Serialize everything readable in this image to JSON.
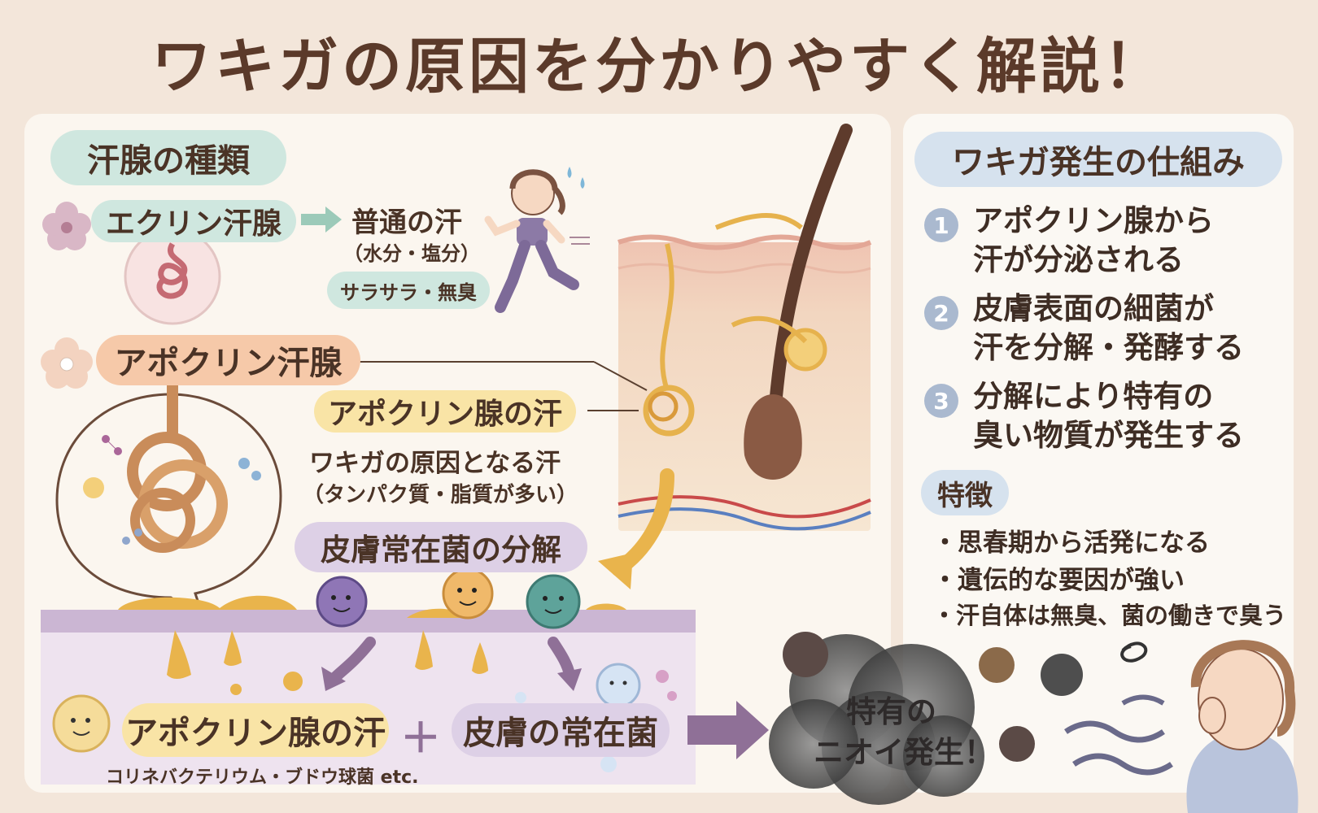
{
  "title": "ワキガの原因を分かりやすく解説！",
  "left": {
    "section_label": "汗腺の種類",
    "eccrine": {
      "label": "エクリン汗腺",
      "sweat_title": "普通の汗",
      "sweat_sub": "（水分・塩分）",
      "tag": "サラサラ・無臭"
    },
    "apocrine": {
      "label": "アポクリン汗腺",
      "sweat_label": "アポクリン腺の汗",
      "desc1": "ワキガの原因となる汗",
      "desc2": "（タンパク質・脂質が多い）"
    },
    "decomposition_label": "皮膚常在菌の分解",
    "bottom": {
      "sweat_label": "アポクリン腺の汗",
      "plus": "＋",
      "bacteria_label": "皮膚の常在菌",
      "bacteria_examples": "コリネバクテリウム・ブドウ球菌 etc.",
      "result_line1": "特有の",
      "result_line2": "ニオイ発生！"
    }
  },
  "right": {
    "title": "ワキガ発生の仕組み",
    "steps": [
      {
        "num": "1",
        "line1": "アポクリン腺から",
        "line2": "汗が分泌される"
      },
      {
        "num": "2",
        "line1": "皮膚表面の細菌が",
        "line2": "汗を分解・発酵する"
      },
      {
        "num": "3",
        "line1": "分解により特有の",
        "line2": "臭い物質が発生する"
      }
    ],
    "features_title": "特徴",
    "features": [
      "・思春期から活発になる",
      "・遺伝的な要因が強い",
      "・汗自体は無臭、菌の働きで臭う"
    ]
  },
  "colors": {
    "title": "#5b3a2a",
    "teal": "#cfe7df",
    "orange": "#f6c9a9",
    "lavender": "#ddd0e6",
    "blue": "#d6e2ee",
    "sweat": "#e9b44c",
    "arrow": "#8f7097"
  }
}
